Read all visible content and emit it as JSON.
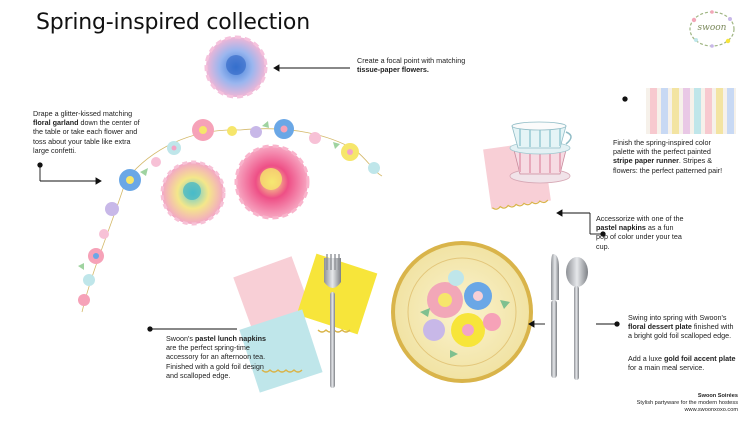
{
  "title": "Spring-inspired collection",
  "captions": {
    "tissue": {
      "pre": "Create a focal point with matching ",
      "bold": "tissue-paper flowers.",
      "post": ""
    },
    "garland": {
      "pre": "Drape a glitter-kissed matching ",
      "bold": "floral garland",
      "post": " down the center of the table or take each flower and toss about your table like extra large confetti."
    },
    "runner": {
      "pre": "Finish the spring-inspired color palette with the perfect painted ",
      "bold": "stripe paper runner",
      "post": ".  Stripes & flowers: the perfect patterned pair!"
    },
    "napkins": {
      "pre": "Accessorize with one of the ",
      "bold": "pastel napkins",
      "post": " as a fun pop of color under your tea cup."
    },
    "lunch": {
      "pre": "Swoon's ",
      "bold": "pastel lunch napkins",
      "post": " are the perfect spring-time accessory for an afternoon tea. Finished with a gold foil design and scalloped edge."
    },
    "plate": {
      "pre": "Swing into spring with Swoon's ",
      "bold": "floral dessert plate",
      "post": " finished with a bright gold foil scalloped edge."
    },
    "plate2": {
      "pre": "Add a luxe ",
      "bold": "gold foil accent plate",
      "post": " for a main meal service."
    }
  },
  "footer": {
    "brand": "Swoon Soirées",
    "tagline": "Stylish partyware for the modern hostess",
    "url": "www.swoonxoxo.com"
  },
  "logo": {
    "text": "swoon"
  },
  "colors": {
    "pink": "#f8cfd6",
    "yellow": "#f7e53a",
    "aqua": "#bfe6ea",
    "gold": "#d9b44a",
    "lavender": "#c8b8e8",
    "blue": "#6aa7e6"
  }
}
